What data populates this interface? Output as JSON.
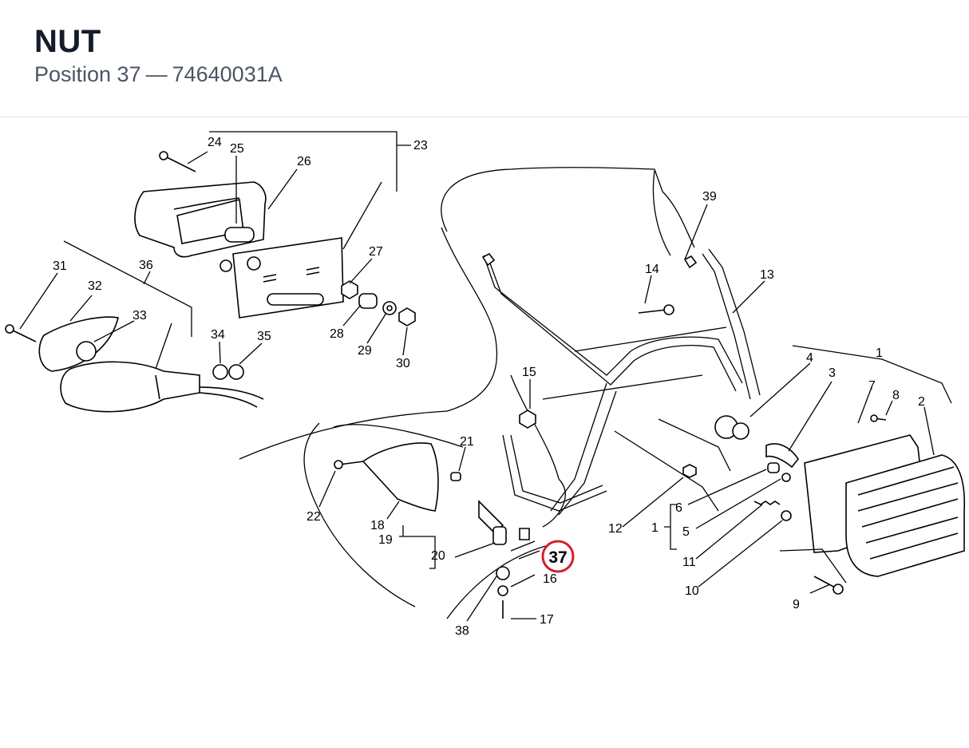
{
  "header": {
    "title": "NUT",
    "position_label": "Position 37",
    "separator": "—",
    "part_number": "74640031A"
  },
  "diagram": {
    "highlighted_callout": "37",
    "highlight_color": "#d42027",
    "callouts": [
      "1",
      "2",
      "3",
      "4",
      "5",
      "6",
      "7",
      "8",
      "9",
      "10",
      "11",
      "12",
      "13",
      "14",
      "15",
      "16",
      "17",
      "18",
      "19",
      "20",
      "21",
      "22",
      "23",
      "24",
      "25",
      "26",
      "27",
      "28",
      "29",
      "30",
      "31",
      "32",
      "33",
      "34",
      "35",
      "36",
      "37",
      "38",
      "39"
    ],
    "bracket_1_label": "1"
  }
}
